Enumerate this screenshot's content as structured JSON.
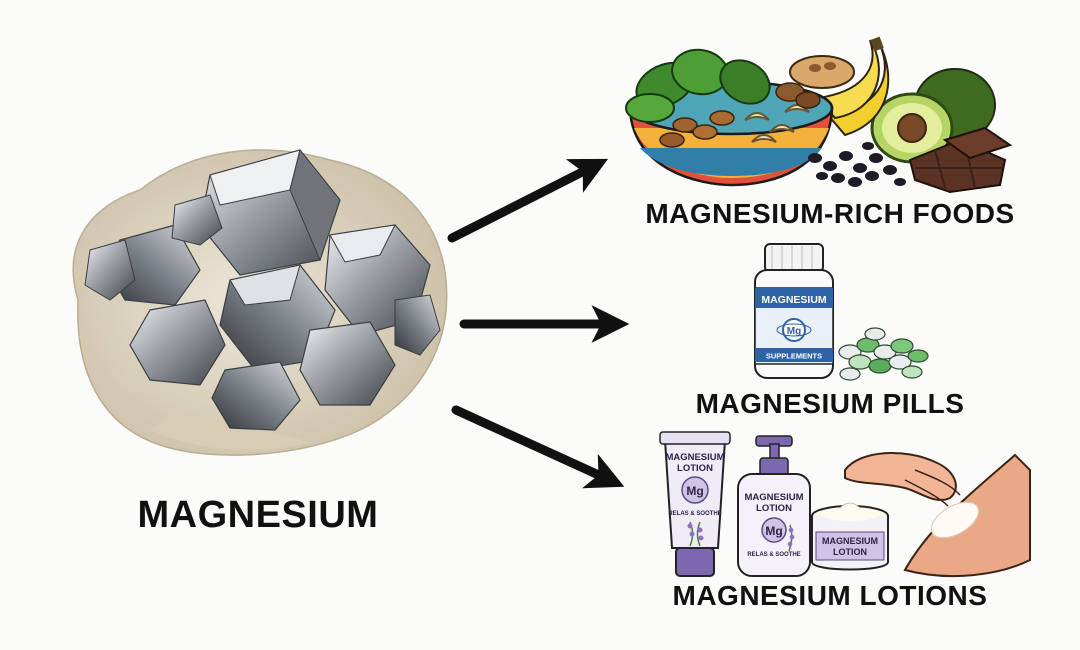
{
  "labels": {
    "source": "MAGNESIUM",
    "foods": "MAGNESIUM-RICH FOODS",
    "pills": "MAGNESIUM PILLS",
    "lotions": "MAGNESIUM LOTIONS"
  },
  "pill_bottle": {
    "brand": "MAGNESIUM",
    "symbol": "Mg",
    "sub": "SUPPLEMENTS"
  },
  "lotion_tube": {
    "line1": "MAGNESIUM",
    "line2": "LOTION",
    "symbol": "Mg",
    "tag": "RELAS & SOOTHE"
  },
  "lotion_pump": {
    "line1": "MAGNESIUM",
    "line2": "LOTION",
    "symbol": "Mg",
    "tag": "RELAS & SOOTHE"
  },
  "lotion_jar": {
    "line1": "MAGNESIUM",
    "line2": "LOTION"
  },
  "colors": {
    "arrow": "#111111",
    "metal": "#9aa0a6",
    "rock": "#e4dccb",
    "spinach": "#3f8a2c",
    "banana": "#f3cf2e",
    "avocado": "#4f7d28",
    "chocolate": "#5a3324",
    "bottle_label": "#2f63a8",
    "lotion_purple": "#7d68b0"
  }
}
